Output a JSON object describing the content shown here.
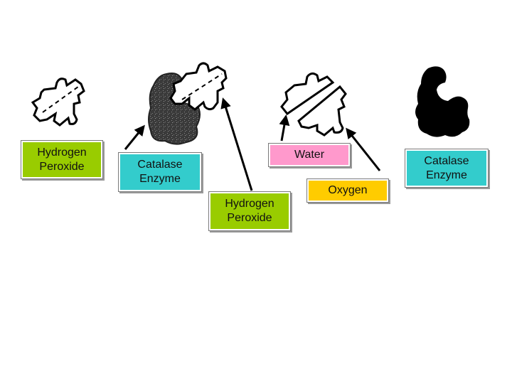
{
  "labels": {
    "hydrogen_peroxide_1": "Hydrogen\nPeroxide",
    "catalase_enzyme_1": "Catalase\nEnzyme",
    "hydrogen_peroxide_2": "Hydrogen\nPeroxide",
    "water": "Water",
    "oxygen": "Oxygen",
    "catalase_enzyme_2": "Catalase\nEnzyme"
  },
  "colors": {
    "substrate_box": "#99cc00",
    "enzyme_box": "#33cccc",
    "water_box": "#ff99cc",
    "oxygen_box": "#ffcc00",
    "enzyme_shape": "#4a4a4a",
    "enzyme_shape_free": "#000000",
    "arrow": "#000000"
  }
}
